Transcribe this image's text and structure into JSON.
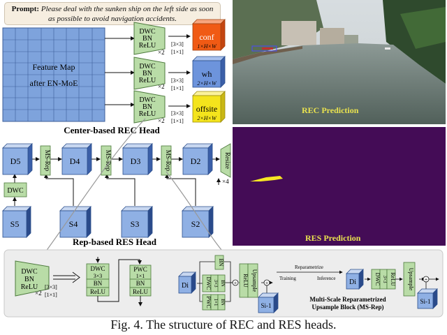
{
  "prompt": {
    "label": "Prompt:",
    "text": "Please deal with the sunken ship on the left side as soon as possible to avoid navigation accidents."
  },
  "rec_head": {
    "feature_map_line1": "Feature Map",
    "feature_map_line2": "after EN-MoE",
    "block_line1": "DWC",
    "block_line2": "BN",
    "block_line3": "ReLU",
    "repeat": "×2",
    "kernel_a": "[3×3]",
    "kernel_b": "[1×1]",
    "outputs": [
      {
        "name": "conf",
        "dims": "1×H×W",
        "color": "#f05a14"
      },
      {
        "name": "wh",
        "dims": "2×H×W",
        "color": "#4d78c9"
      },
      {
        "name": "offsite",
        "dims": "2×H×W",
        "color": "#f4e41c"
      }
    ],
    "title": "Center-based REC Head"
  },
  "res_head": {
    "d_labels": [
      "D5",
      "D4",
      "D3",
      "D2"
    ],
    "s_labels": [
      "S5",
      "S4",
      "S3",
      "S2"
    ],
    "msrep": "MS-Rep",
    "resize": "Resize",
    "scale": "×4",
    "dwc": "DWC",
    "title": "Rep-based RES Head"
  },
  "predictions": {
    "rec": "REC Prediction",
    "res": "RES Prediction"
  },
  "bottom": {
    "dwc_block": [
      "DWC",
      "BN",
      "ReLU"
    ],
    "repeat": "×2",
    "kernel_a": "[3×3]",
    "kernel_b": "[1×1]",
    "train_block": [
      "DWC",
      "3×3",
      "BN",
      "ReLU"
    ],
    "infer_block": [
      "PWC",
      "1×1",
      "BN",
      "ReLU"
    ],
    "d_i": "Di",
    "s_prev": "Si-1",
    "relu": "ReLU",
    "upsample": "Upsample",
    "branch_dwc": "DWC",
    "branch_pwc": "PWC",
    "branch_bn": "BN",
    "kernel_3": "3×3",
    "kernel_1": "1×1",
    "reparam": "Reparametrize",
    "training": "Training",
    "inference": "Inference",
    "title_line1": "Multi-Scale Reparametrized",
    "title_line2": "Upsample Block (MS-Rep)"
  },
  "caption": "Fig. 4.    The structure of REC and RES heads."
}
